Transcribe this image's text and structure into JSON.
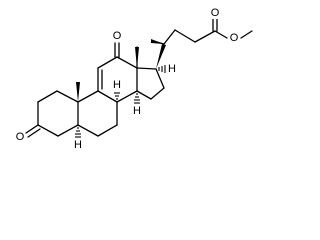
{
  "molecule": {
    "ketone_oxygen_3": "O",
    "ketone_oxygen_12": "O",
    "ester_carbonyl_oxygen": "O",
    "ester_ether_oxygen": "O",
    "h_5": "H",
    "h_8": "H",
    "h_14": "H",
    "h_17": "H"
  },
  "colors": {
    "bond": "#000000",
    "background": "#ffffff"
  }
}
